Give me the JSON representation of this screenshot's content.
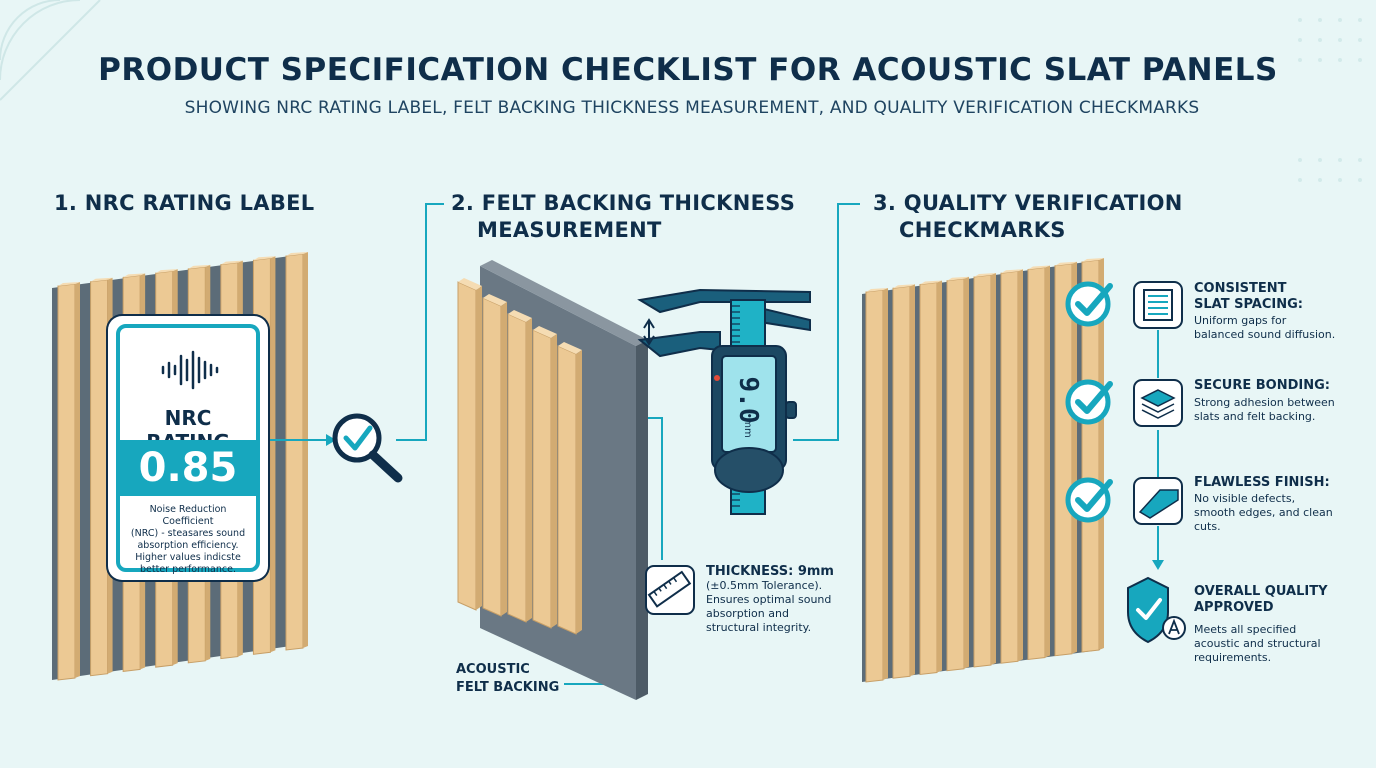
{
  "title": "PRODUCT SPECIFICATION CHECKLIST FOR ACOUSTIC SLAT PANELS",
  "subtitle": "SHOWING NRC RATING LABEL, FELT BACKING THICKNESS MEASUREMENT, AND QUALITY VERIFICATION CHECKMARKS",
  "colors": {
    "background": "#e8f6f6",
    "navy": "#0f2e4a",
    "teal": "#17a7be",
    "wood": "#ecc994",
    "felt": "#5c6c78"
  },
  "sections": {
    "nrc": {
      "heading": "1. NRC RATING LABEL",
      "label_title": "NRC RATING",
      "value": "0.85",
      "description_lines": [
        "Noise Reduction Coefficient",
        "(NRC) - steasares sound",
        "absorption efficiency.",
        "Higher values indicste",
        "better performance."
      ],
      "icon": "magnifier-check-icon"
    },
    "thickness": {
      "heading_line1": "2. FELT BACKING THICKNESS",
      "heading_line2": "MEASUREMENT",
      "caliper_reading": "9.0",
      "caliper_unit": "mm",
      "spec_heading": "THICKNESS: 9mm",
      "spec_lines": [
        "(±0.5mm Tolerance).",
        "Ensures optimal sound",
        "absorption and",
        "structural integrity."
      ],
      "felt_label_line1": "ACOUSTIC",
      "felt_label_line2": "FELT BACKING",
      "icon": "ruler-icon"
    },
    "quality": {
      "heading_line1": "3. QUALITY VERIFICATION",
      "heading_line2": "CHECKMARKS",
      "items": [
        {
          "title_lines": [
            "CONSISTENT",
            "SLAT SPACING:"
          ],
          "desc_lines": [
            "Uniform gaps for",
            "balanced sound diffusion."
          ],
          "icon": "slat-spacing-icon"
        },
        {
          "title_lines": [
            "SECURE BONDING:"
          ],
          "desc_lines": [
            "Strong adhesion between",
            "slats and felt backing."
          ],
          "icon": "layers-icon"
        },
        {
          "title_lines": [
            "FLAWLESS FINISH:"
          ],
          "desc_lines": [
            "No visible defects,",
            "smooth edges, and clean",
            "cuts."
          ],
          "icon": "finish-icon"
        },
        {
          "title_lines": [
            "OVERALL QUALITY",
            "APPROVED"
          ],
          "desc_lines": [
            "Meets all specified",
            "acoustic and structural",
            "requirements."
          ],
          "icon": "shield-check-icon"
        }
      ]
    }
  }
}
